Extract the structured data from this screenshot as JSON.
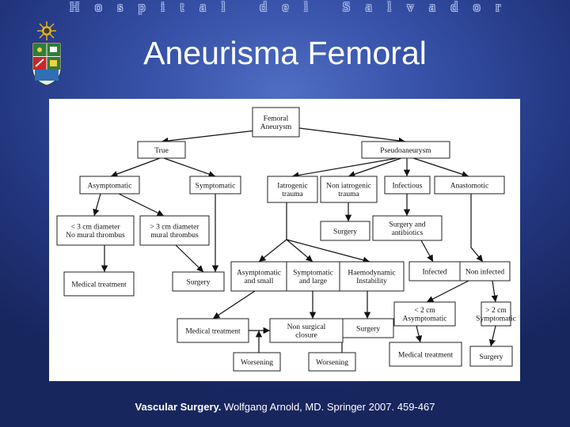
{
  "header": {
    "hospital_name": "Hospital del Salvador"
  },
  "slide": {
    "title": "Aneurisma Femoral"
  },
  "diagram": {
    "root": [
      "Femoral",
      "Aneurysm"
    ],
    "true": [
      "True"
    ],
    "pseudoaneurysm": [
      "Pseudoaneurysm"
    ],
    "asymptomatic": [
      "Asymptomatic"
    ],
    "symptomatic": [
      "Symptomatic"
    ],
    "iatrogenic": [
      "Iatrogenic",
      "trauma"
    ],
    "non_iatrogenic": [
      "Non iatrogenic",
      "trauma"
    ],
    "infectious": [
      "Infectious"
    ],
    "anastomotic": [
      "Anastomotic"
    ],
    "lt3": [
      "< 3 cm diameter",
      "No mural thrombus"
    ],
    "gt3": [
      "> 3 cm diameter",
      "mural thrombus"
    ],
    "surgery_non_iat": [
      "Surgery"
    ],
    "surgery_antibiotics": [
      "Surgery and",
      "antibiotics"
    ],
    "medical_treatment_true": [
      "Medical treatment"
    ],
    "surgery_true": [
      "Surgery"
    ],
    "asym_small": [
      "Asymptomatic",
      "and small"
    ],
    "sym_large": [
      "Symptomatic",
      "and large"
    ],
    "haemodynamic": [
      "Haemodynamic",
      "Instability"
    ],
    "infected": [
      "Infected"
    ],
    "non_infected": [
      "Non infected"
    ],
    "lt2": [
      "< 2  cm",
      "Asymptomatic"
    ],
    "gt2": [
      "> 2  cm",
      "Symptomatic"
    ],
    "medical_treatment_iat": [
      "Medical treatment"
    ],
    "non_surgical_closure": [
      "Non surgical",
      "closure"
    ],
    "surgery_iat": [
      "Surgery"
    ],
    "medical_treatment_lt2": [
      "Medical treatment"
    ],
    "surgery_gt2": [
      "Surgery"
    ],
    "worsening_1": [
      "Worsening"
    ],
    "worsening_2": [
      "Worsening"
    ]
  },
  "citation": {
    "bold": "Vascular Surgery.",
    "rest": " Wolfgang Arnold, MD. Springer 2007. 459-467"
  }
}
